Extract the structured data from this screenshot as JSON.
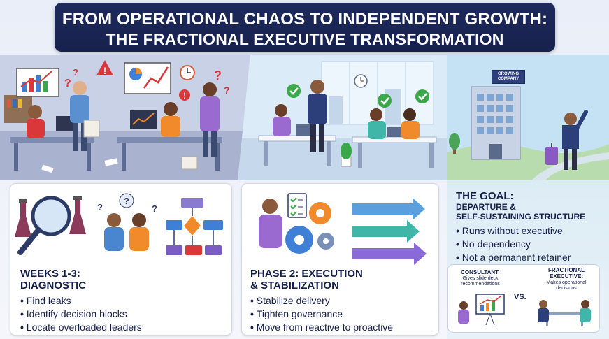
{
  "title": {
    "line1": "FROM OPERATIONAL CHAOS TO INDEPENDENT GROWTH:",
    "line2": "THE FRACTIONAL EXECUTIVE TRANSFORMATION"
  },
  "scene_goal": {
    "company_sign": "GROWING COMPANY"
  },
  "panel1": {
    "heading_line1": "WEEKS 1-3:",
    "heading_line2": "DIAGNOSTIC",
    "bullets": [
      "Find leaks",
      "Identify decision blocks",
      "Locate overloaded leaders"
    ]
  },
  "panel2": {
    "heading_line1": "PHASE 2: EXECUTION",
    "heading_line2": "& STABILIZATION",
    "bullets": [
      "Stabilize delivery",
      "Tighten governance",
      "Move from reactive to proactive"
    ]
  },
  "goal": {
    "title": "THE GOAL:",
    "subtitle_line1": "DEPARTURE &",
    "subtitle_line2": "SELF-SUSTAINING STRUCTURE",
    "bullets": [
      "Runs without executive",
      "No dependency",
      "Not a permanent retainer"
    ]
  },
  "comparison": {
    "consultant_label": "CONSULTANT:",
    "consultant_desc_line1": "Gives slide deck",
    "consultant_desc_line2": "recommendations",
    "vs": "VS.",
    "fractional_label_line1": "FRACTIONAL",
    "fractional_label_line2": "EXECUTIVE:",
    "fractional_desc_line1": "Makes operational",
    "fractional_desc_line2": "decisions"
  },
  "colors": {
    "navy": "#15204a",
    "banner": "#1e2a5c",
    "warning_red": "#d9383a",
    "check_green": "#3aa84a",
    "accent_purple": "#7a5cc4",
    "accent_blue": "#3f7fd6",
    "accent_orange": "#f08a2a"
  }
}
